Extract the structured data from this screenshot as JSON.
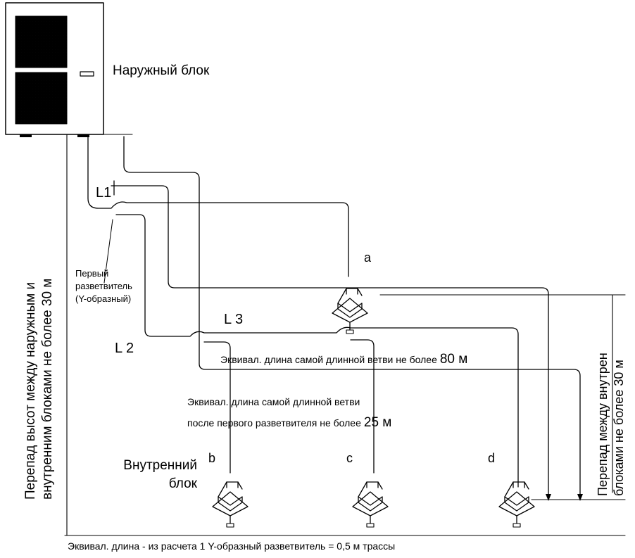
{
  "outdoor_unit_label": "Наружный блок",
  "indoor_unit_label": [
    "Внутренний",
    "блок"
  ],
  "branch_labels": {
    "l1": "L1",
    "l2": "L 2",
    "l3": "L 3"
  },
  "unit_letters": {
    "a": "a",
    "b": "b",
    "c": "c",
    "d": "d"
  },
  "first_branch_label": [
    "Первый",
    "разветвитель",
    "(Y-образный)"
  ],
  "longest_branch_note": {
    "text": "Эквивал. длина самой длинной ветви не более",
    "value": "80 м"
  },
  "after_first_branch_note": {
    "line1": "Эквивал. длина самой длинной ветви",
    "line2": "после первого разветвителя не более",
    "value": "25 м"
  },
  "height_diff_outdoor_indoor": [
    "Перепад высот между наружным и",
    "внутренним блоками не более 30 м"
  ],
  "height_diff_indoor": [
    "Перепад между внутрен",
    "блоками не более 30 м"
  ],
  "footer_note": "Эквивал. длина - из расчета 1 Y-образный разветвитель = 0,5 м трассы",
  "colors": {
    "ink": "#000000",
    "background": "#ffffff"
  }
}
